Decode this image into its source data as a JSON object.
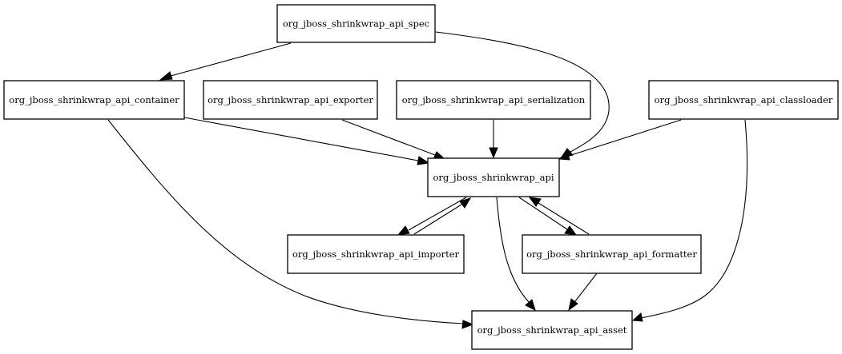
{
  "diagram": {
    "nodes": {
      "spec": "org_jboss_shrinkwrap_api_spec",
      "container": "org_jboss_shrinkwrap_api_container",
      "exporter": "org_jboss_shrinkwrap_api_exporter",
      "serialization": "org_jboss_shrinkwrap_api_serialization",
      "classloader": "org_jboss_shrinkwrap_api_classloader",
      "api": "org_jboss_shrinkwrap_api",
      "importer": "org_jboss_shrinkwrap_api_importer",
      "formatter": "org_jboss_shrinkwrap_api_formatter",
      "asset": "org_jboss_shrinkwrap_api_asset"
    },
    "edges": [
      {
        "from": "spec",
        "to": "container"
      },
      {
        "from": "spec",
        "to": "api"
      },
      {
        "from": "container",
        "to": "api"
      },
      {
        "from": "container",
        "to": "asset"
      },
      {
        "from": "exporter",
        "to": "api"
      },
      {
        "from": "serialization",
        "to": "api"
      },
      {
        "from": "classloader",
        "to": "api"
      },
      {
        "from": "classloader",
        "to": "asset"
      },
      {
        "from": "api",
        "to": "importer"
      },
      {
        "from": "importer",
        "to": "api"
      },
      {
        "from": "api",
        "to": "formatter"
      },
      {
        "from": "formatter",
        "to": "api"
      },
      {
        "from": "api",
        "to": "asset"
      },
      {
        "from": "formatter",
        "to": "asset"
      }
    ]
  }
}
